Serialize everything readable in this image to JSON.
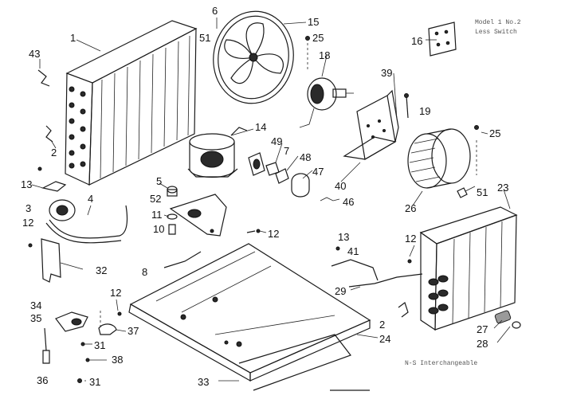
{
  "callouts": {
    "c1": "1",
    "c2a": "2",
    "c2b": "2",
    "c3": "3",
    "c4": "4",
    "c5": "5",
    "c6": "6",
    "c7": "7",
    "c8": "8",
    "c10": "10",
    "c11": "11",
    "c12a": "12",
    "c12b": "12",
    "c12c": "12",
    "c12d": "12",
    "c13a": "13",
    "c13b": "13",
    "c14": "14",
    "c15": "15",
    "c16": "16",
    "c18": "18",
    "c19": "19",
    "c23": "23",
    "c24": "24",
    "c25a": "25",
    "c25b": "25",
    "c26": "26",
    "c27": "27",
    "c28": "28",
    "c29": "29",
    "c31a": "31",
    "c31b": "31",
    "c32": "32",
    "c33": "33",
    "c34": "34",
    "c35": "35",
    "c36": "36",
    "c37": "37",
    "c38": "38",
    "c39": "39",
    "c40": "40",
    "c41": "41",
    "c43": "43",
    "c46": "46",
    "c47": "47",
    "c48": "48",
    "c49": "49",
    "c51a": "51",
    "c51b": "51",
    "c52": "52"
  },
  "notes": {
    "top_right": "Model 1 No.2",
    "top_right_2": "Less Switch",
    "bottom": "N-S  Interchangeable"
  }
}
